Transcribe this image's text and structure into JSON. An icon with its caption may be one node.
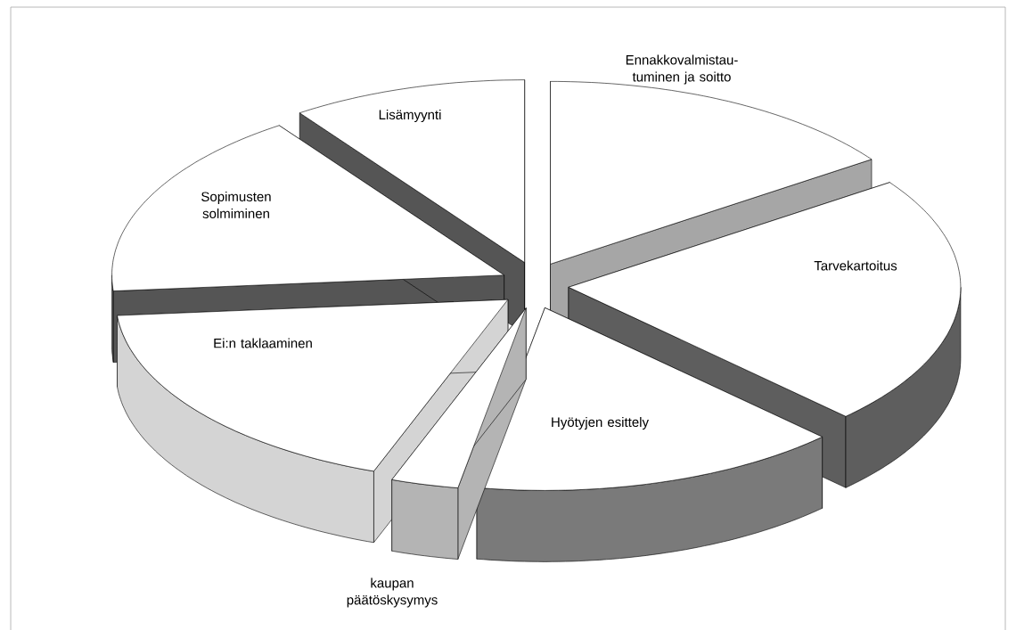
{
  "diagram": {
    "nodes": [
      {
        "text": [
          "Ennakkovalmistau- tuminen ja soitto"
        ]
      },
      {
        "text": [
          "Tarvekartoitus"
        ]
      },
      {
        "text": [
          "Hyötyjen esittely"
        ]
      },
      {
        "text": [
          "kaupan päätöskysymys"
        ]
      },
      {
        "text": [
          "Ei:n taklaaminen"
        ]
      },
      {
        "text": [
          "Sopimusten solmiminen"
        ]
      },
      {
        "text": [
          "Lisämyynti"
        ]
      }
    ]
  }
}
